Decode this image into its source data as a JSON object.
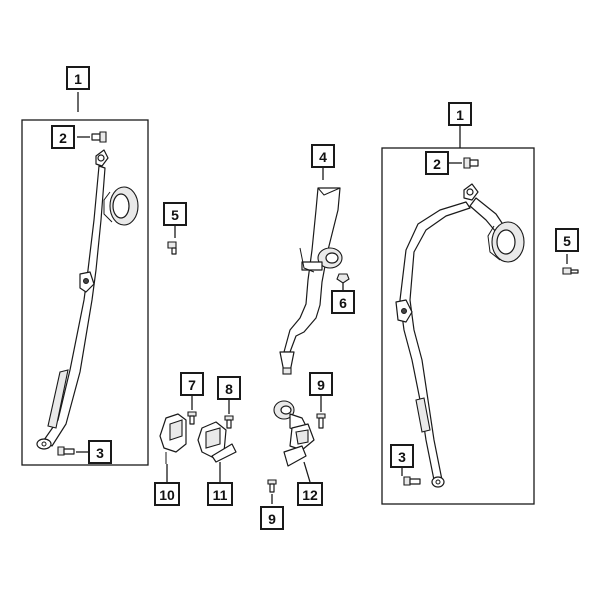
{
  "callouts": [
    {
      "id": "c1a",
      "label": "1"
    },
    {
      "id": "c2a",
      "label": "2"
    },
    {
      "id": "c3a",
      "label": "3"
    },
    {
      "id": "c5a",
      "label": "5"
    },
    {
      "id": "c4",
      "label": "4"
    },
    {
      "id": "c6",
      "label": "6"
    },
    {
      "id": "c1b",
      "label": "1"
    },
    {
      "id": "c2b",
      "label": "2"
    },
    {
      "id": "c5b",
      "label": "5"
    },
    {
      "id": "c3b",
      "label": "3"
    },
    {
      "id": "c7",
      "label": "7"
    },
    {
      "id": "c8",
      "label": "8"
    },
    {
      "id": "c9a",
      "label": "9"
    },
    {
      "id": "c10",
      "label": "10"
    },
    {
      "id": "c11",
      "label": "11"
    },
    {
      "id": "c12",
      "label": "12"
    },
    {
      "id": "c9b",
      "label": "9"
    }
  ],
  "colors": {
    "line": "#1a1a1a",
    "background": "#ffffff",
    "shade": "#e9e9e9"
  }
}
